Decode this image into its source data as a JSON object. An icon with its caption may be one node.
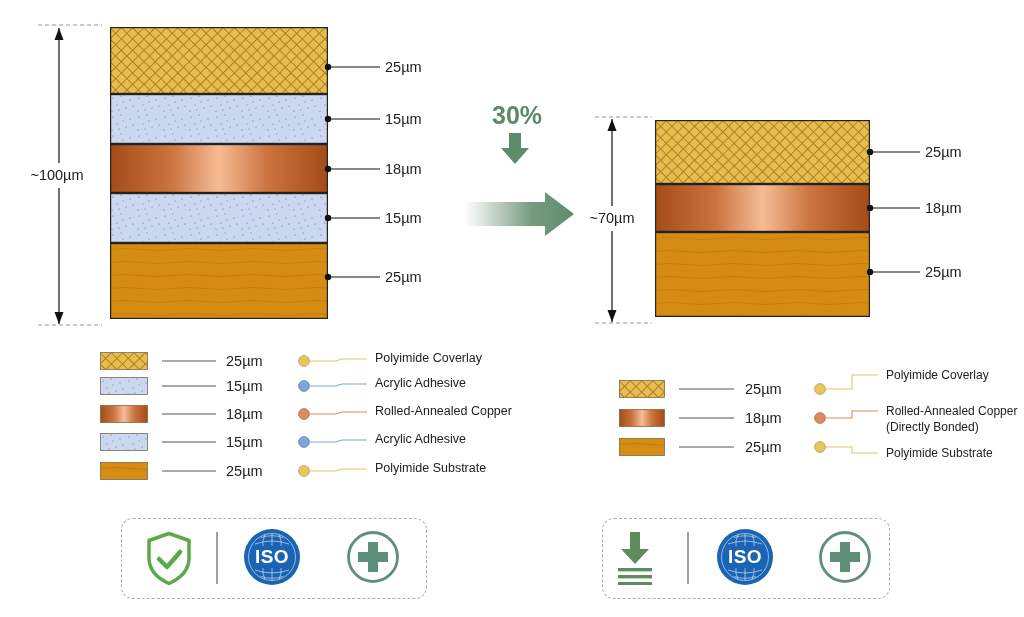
{
  "diagram": {
    "nodes": [
      {
        "text": [],
        "shape": "band"
      },
      {
        "text": [
          "25µm"
        ]
      },
      {
        "text": [],
        "shape": "band"
      },
      {
        "text": [
          "15µm"
        ]
      },
      {
        "text": [],
        "shape": "band"
      },
      {
        "text": [
          "18µm"
        ]
      },
      {
        "text": [],
        "shape": "band"
      },
      {
        "text": [
          "15µm"
        ]
      },
      {
        "text": [],
        "shape": "band"
      },
      {
        "text": [
          "25µm"
        ]
      },
      {
        "text": [],
        "shape": "band"
      },
      {
        "text": [
          "25µm"
        ]
      },
      {
        "text": [],
        "shape": "band"
      },
      {
        "text": [
          "18µm"
        ]
      },
      {
        "text": [],
        "shape": "band"
      },
      {
        "text": [
          "25µm"
        ]
      },
      {
        "text": [],
        "shape": "box"
      },
      {
        "text": [
          "ISO"
        ],
        "in": 16
      },
      {
        "text": [],
        "shape": "box"
      },
      {
        "text": [
          "ISO"
        ],
        "in": 18
      }
    ],
    "edges": [
      {
        "from": 1,
        "to": 0,
        "arrow": "other"
      },
      {
        "from": 3,
        "to": 2,
        "arrow": "other"
      },
      {
        "from": 5,
        "to": 4,
        "arrow": "other"
      },
      {
        "from": 7,
        "to": 6,
        "arrow": "other"
      },
      {
        "from": 9,
        "to": 8,
        "arrow": "other"
      },
      {
        "from": 11,
        "to": 10,
        "arrow": "other"
      },
      {
        "from": 13,
        "to": 12,
        "arrow": "other"
      },
      {
        "from": 15,
        "to": 14,
        "arrow": "other"
      }
    ],
    "labels": [
      "~100µm",
      "30%",
      "~70µm"
    ],
    "legend": [
      {
        "text": "25µm"
      },
      {
        "text": "Polyimide Coverlay",
        "color": "#e8c65e"
      },
      {
        "text": "15µm"
      },
      {
        "text": "Acrylic Adhesive",
        "color": "#7ea4dc"
      },
      {
        "text": "18µm"
      },
      {
        "text": "Rolled-Annealed Copper",
        "color": "#dc8c5c"
      },
      {
        "text": "15µm"
      },
      {
        "text": "Acrylic Adhesive",
        "color": "#7ea4dc"
      },
      {
        "text": "25µm"
      },
      {
        "text": "Polyimide Substrate",
        "color": "#e8c65e"
      },
      {
        "text": "25µm"
      },
      {
        "text": "Polyimide Coverlay",
        "color": "#e8c65e"
      },
      {
        "text": "18µm"
      },
      {
        "text": "Rolled-Annealed Copper (Directly Bonded)",
        "color": "#dc8c5c"
      },
      {
        "text": "25µm"
      },
      {
        "text": "Polyimide Substrate",
        "color": "#e8c65e"
      }
    ]
  }
}
